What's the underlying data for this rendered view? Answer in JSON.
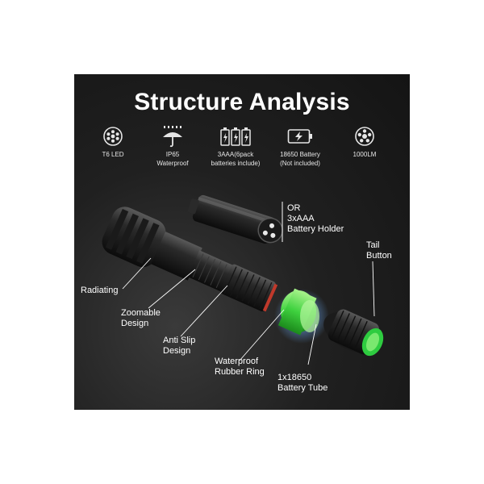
{
  "title": "Structure Analysis",
  "features": [
    {
      "icon": "led-chip-icon",
      "label": "T6 LED"
    },
    {
      "icon": "umbrella-rain-icon",
      "label": "IP65\nWaterproof"
    },
    {
      "icon": "aaa-batteries-icon",
      "label": "3AAA(6pack\nbatteries include)"
    },
    {
      "icon": "battery-charging-icon",
      "label": "18650 Battery\n(Not included)"
    },
    {
      "icon": "brightness-icon",
      "label": "1000LM"
    }
  ],
  "callouts": {
    "battery_holder": "OR\n3xAAA\nBattery Holder",
    "tail_button": "Tail\nButton",
    "radiating": "Radiating",
    "zoomable": "Zoomable\nDesign",
    "anti_slip": "Anti Slip\nDesign",
    "rubber_ring": "Waterproof\nRubber Ring",
    "battery_tube": "1x18650\nBattery Tube"
  },
  "colors": {
    "background": "#1a1a1a",
    "text": "#ffffff",
    "battery_green": "#3fd23f",
    "ring_red": "#c0392b"
  }
}
